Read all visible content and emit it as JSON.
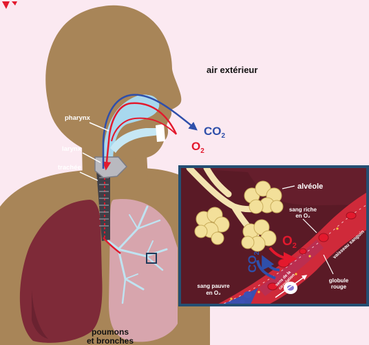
{
  "labels": {
    "air": "air extérieur",
    "pharynx": "pharynx",
    "larynx": "larynx",
    "trachee": "trachée",
    "poumons_line1": "poumons",
    "poumons_line2": "et bronches",
    "alveole": "alvéole",
    "sang_riche_line1": "sang riche",
    "sang_riche_line2": "en O₂",
    "sang_pauvre_line1": "sang pauvre",
    "sang_pauvre_line2": "en O₂",
    "vaisseau": "vaisseau sanguin",
    "sens_line1": "sens de la",
    "sens_line2": "circulation",
    "globule_line1": "globule",
    "globule_line2": "rouge",
    "co2_outside": "CO",
    "co2_outside_sub": "2",
    "o2_outside": "O",
    "o2_outside_sub": "2",
    "o2_inset": "O",
    "o2_inset_sub": "2",
    "co2_inset": "CO",
    "co2_inset_sub": "2"
  },
  "colors": {
    "background": "#fbe9f1",
    "head": "#a88558",
    "airway": "#a8d8ee",
    "lung_left": "#7e2a38",
    "lung_right": "#d7a5ad",
    "inset_bg": "#5a1a26",
    "inset_border": "#244f73",
    "vessel": "#cf2a3a",
    "alveoli": "#f3e09a",
    "o2": "#e3192d",
    "co2": "#2f4faa"
  }
}
